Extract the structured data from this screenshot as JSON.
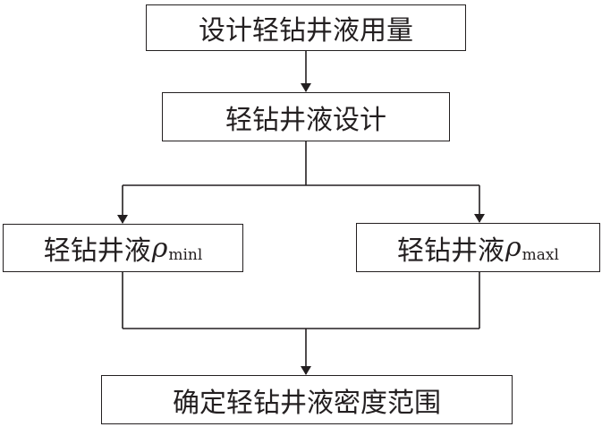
{
  "nodes": {
    "design_usage": "设计轻钻井液用量",
    "design": "轻钻井液设计",
    "min": {
      "label": "轻钻井液",
      "symbol": "ρ",
      "subscript": "minl"
    },
    "max": {
      "label": "轻钻井液",
      "symbol": "ρ",
      "subscript": "maxl"
    },
    "range": "确定轻钻井液密度范围"
  }
}
